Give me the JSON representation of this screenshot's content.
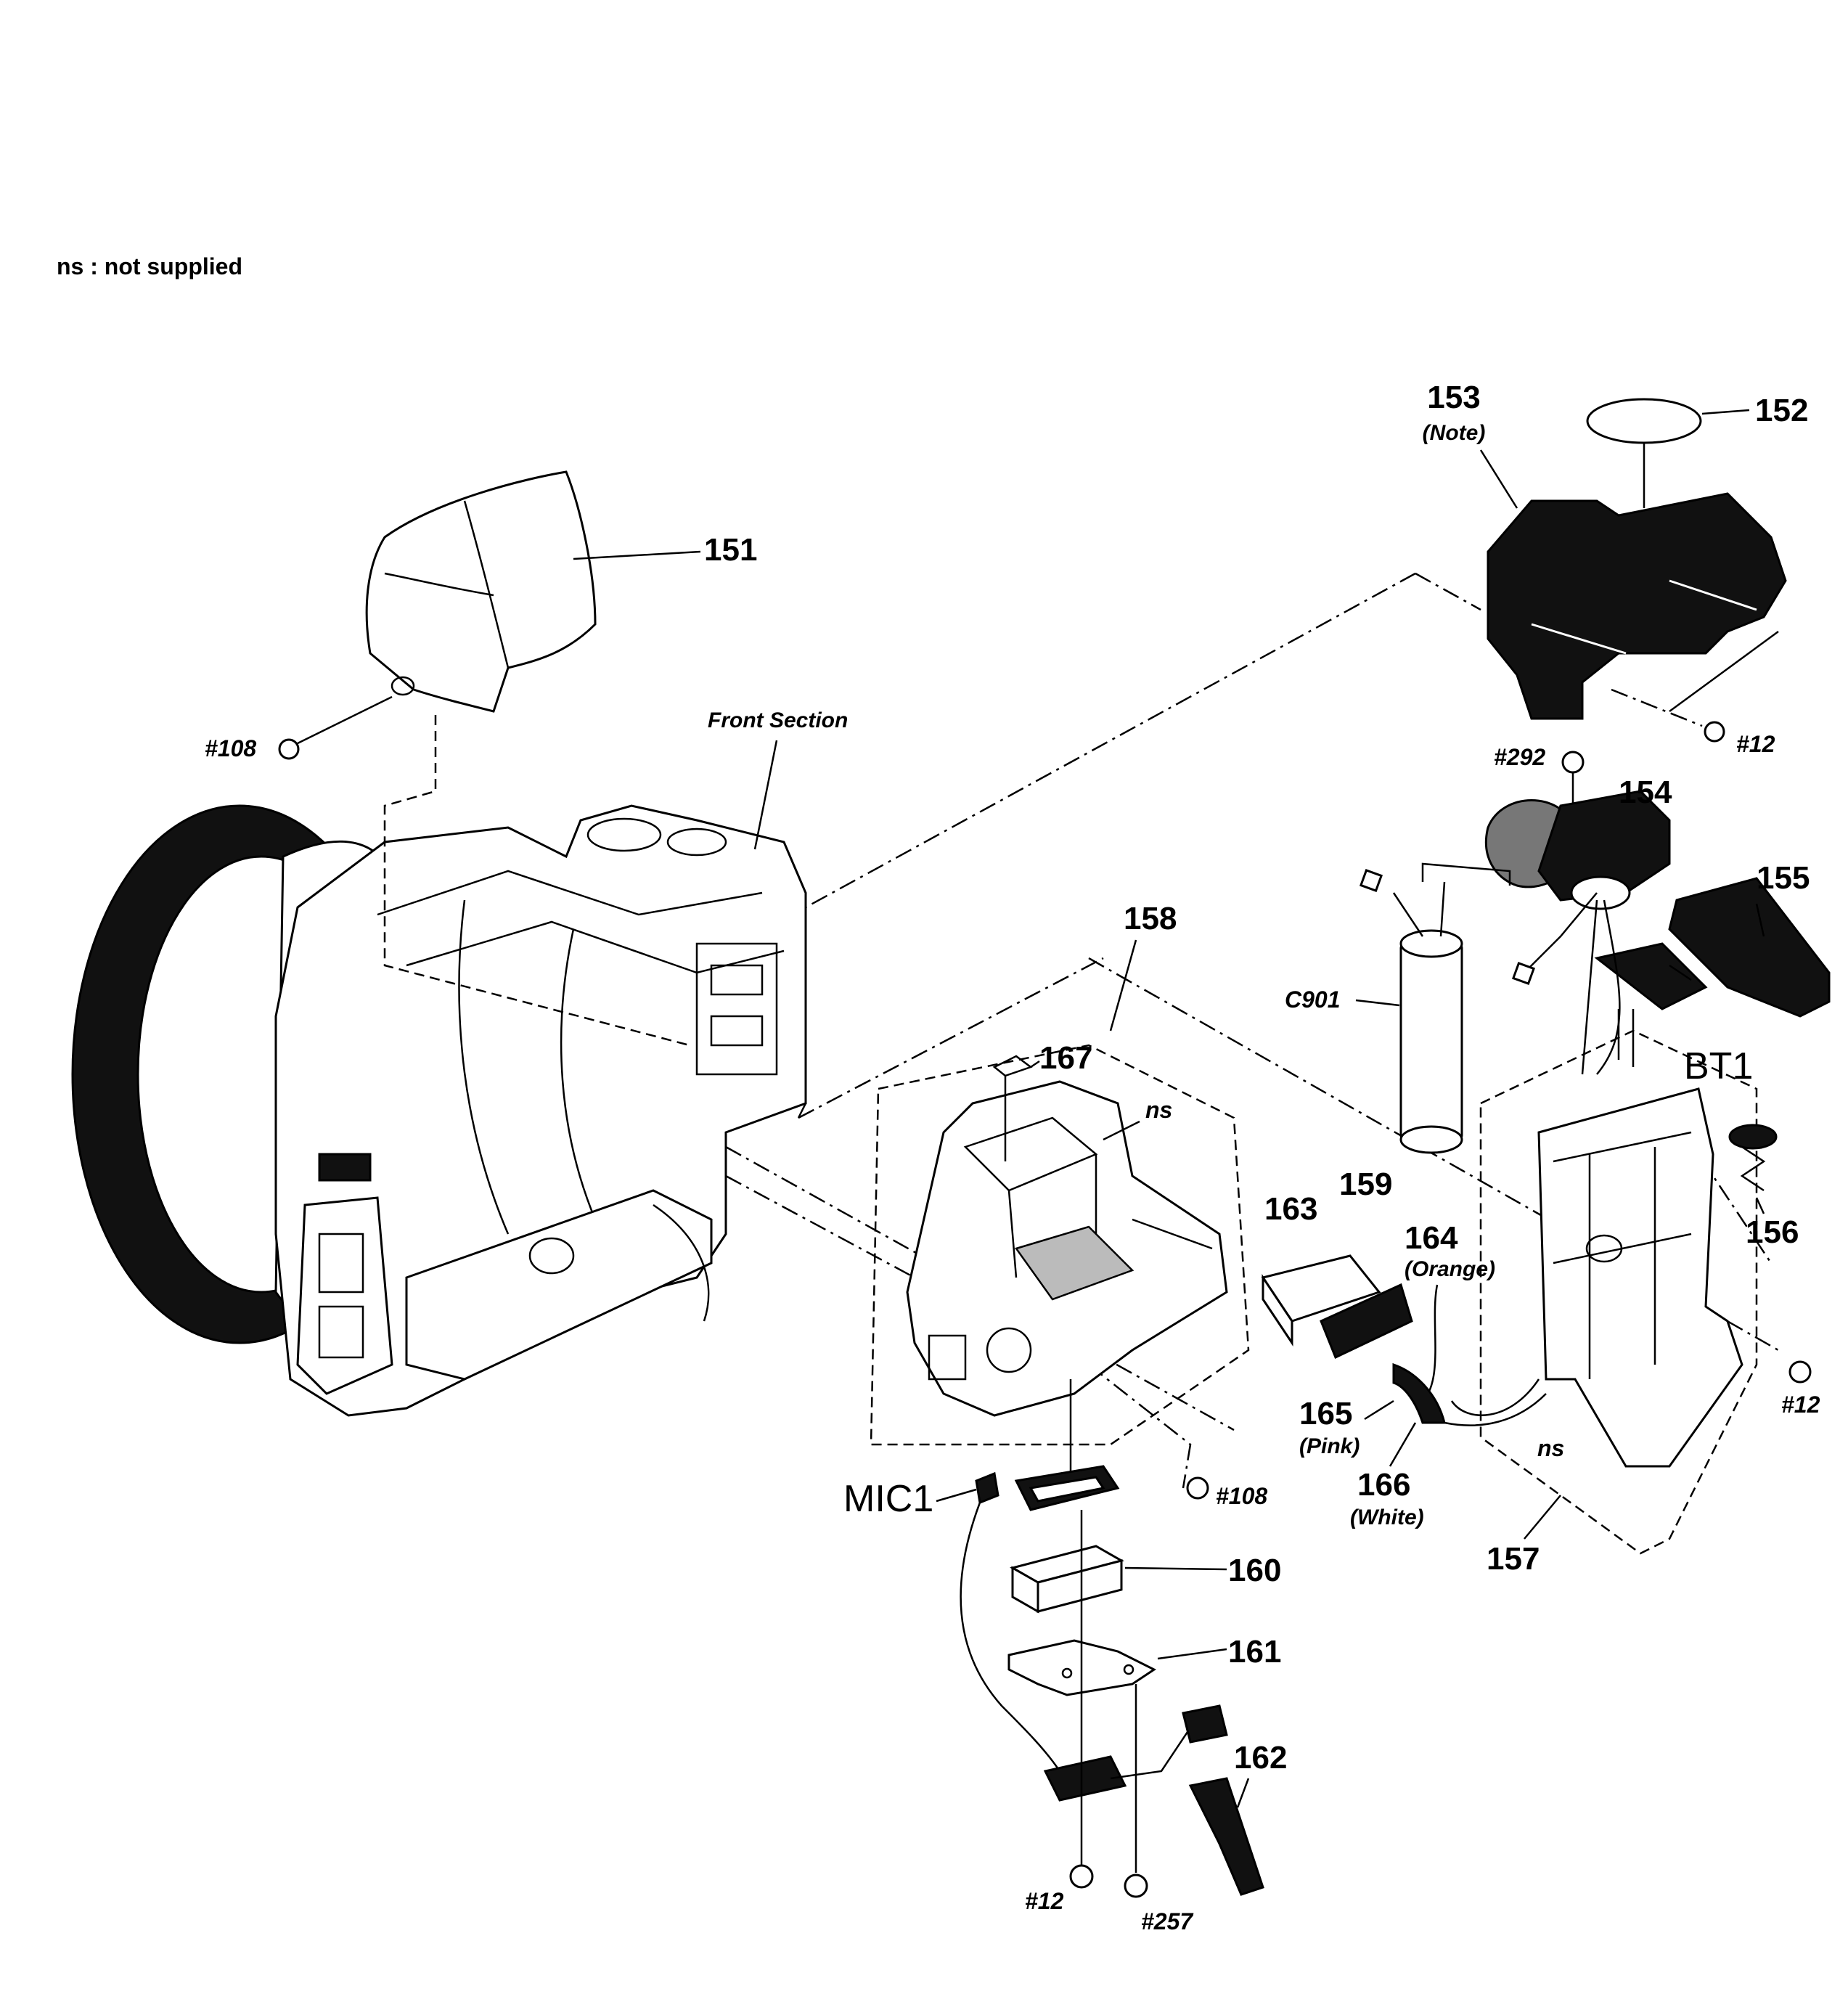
{
  "legend": "ns : not supplied",
  "section_label": "Front Section",
  "parts": {
    "p151": "151",
    "p152": "152",
    "p153": "153",
    "p153_note": "(Note)",
    "p154": "154",
    "p155": "155",
    "p156": "156",
    "p157": "157",
    "p158": "158",
    "p159": "159",
    "p160": "160",
    "p161": "161",
    "p162": "162",
    "p163": "163",
    "p164": "164",
    "p164_note": "(Orange)",
    "p165": "165",
    "p165_note": "(Pink)",
    "p166": "166",
    "p166_note": "(White)",
    "p167": "167"
  },
  "refs": {
    "c901": "C901",
    "bt1": "BT1",
    "mic1": "MIC1"
  },
  "ns_labels": {
    "ns_158": "ns",
    "ns_157": "ns"
  },
  "screws": {
    "s108_left": "#108",
    "s12_top": "#12",
    "s292": "#292",
    "s12_right": "#12",
    "s108_mid": "#108",
    "s12_bottom": "#12",
    "s257": "#257"
  }
}
